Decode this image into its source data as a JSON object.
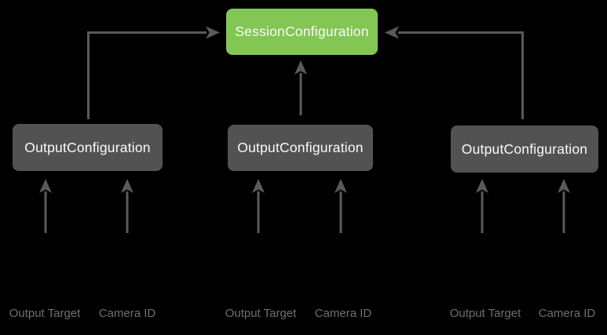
{
  "diagram": {
    "session_box": {
      "label": "SessionConfiguration"
    },
    "output_boxes": [
      {
        "label": "OutputConfiguration"
      },
      {
        "label": "OutputConfiguration"
      },
      {
        "label": "OutputConfiguration"
      }
    ],
    "input_labels": [
      {
        "label": "Output Target"
      },
      {
        "label": "Camera ID"
      },
      {
        "label": "Output Target"
      },
      {
        "label": "Camera ID"
      },
      {
        "label": "Output Target"
      },
      {
        "label": "Camera ID"
      }
    ],
    "colors": {
      "background": "#000000",
      "session_box": "#83C653",
      "output_box": "#525252",
      "box_text": "#FAFAFA",
      "arrow": "#5A5A5A",
      "input_label": "#6F6F6F"
    }
  }
}
